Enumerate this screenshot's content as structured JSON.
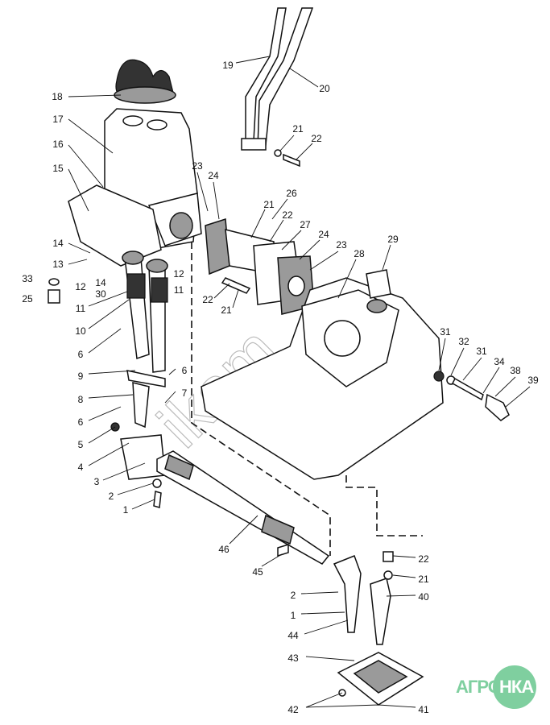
{
  "title": "Gear shift mechanism - exploded parts diagram",
  "labels": {
    "l18": "18",
    "l17": "17",
    "l16": "16",
    "l15": "15",
    "l14a": "14",
    "l13": "13",
    "l33": "33",
    "l25": "25",
    "l12a": "12",
    "l14b": "14",
    "l30": "30",
    "l12b": "12",
    "l11b": "11",
    "l11a": "11",
    "l10": "10",
    "l6a": "6",
    "l9": "9",
    "l8": "8",
    "l6b": "6",
    "l5": "5",
    "l4": "4",
    "l3": "3",
    "l2a": "2",
    "l1a": "1",
    "l6c": "6",
    "l7": "7",
    "l19": "19",
    "l20": "20",
    "l21a": "21",
    "l22a": "22",
    "l23a": "23",
    "l24a": "24",
    "l26": "26",
    "l21b": "21",
    "l22b": "22",
    "l27": "27",
    "l24b": "24",
    "l23b": "23",
    "l28": "28",
    "l29": "29",
    "l22c": "22",
    "l21c": "21",
    "l31a": "31",
    "l32": "32",
    "l31b": "31",
    "l34": "34",
    "l38": "38",
    "l39": "39",
    "l46": "46",
    "l45": "45",
    "l22d": "22",
    "l21d": "21",
    "l40": "40",
    "l2b": "2",
    "l1b": "1",
    "l44": "44",
    "l43": "43",
    "l42": "42",
    "l41": "41"
  },
  "watermark": "ikam",
  "logo": {
    "left": "АГРО",
    "right": "НКА",
    "color": "#7fcf9f"
  }
}
